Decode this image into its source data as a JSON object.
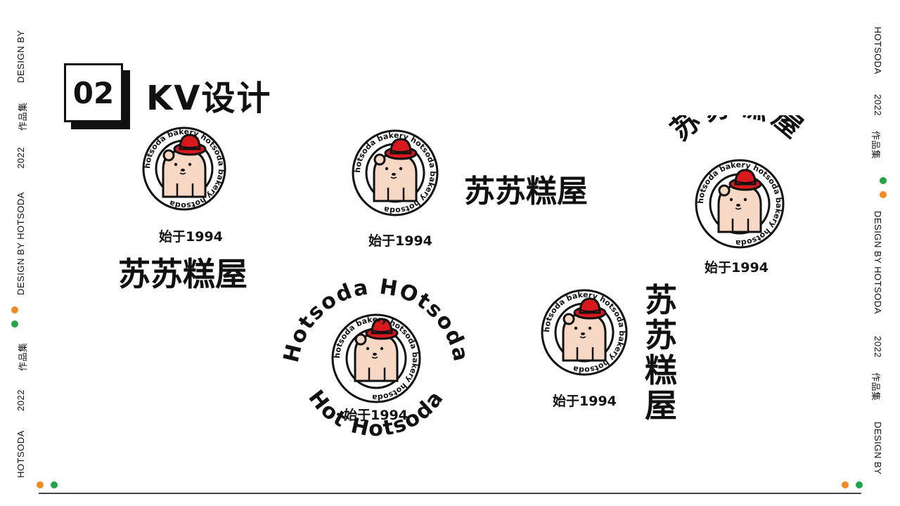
{
  "rail_left": {
    "items": [
      "HOTSODA",
      "2022",
      "作品集",
      "DESIGN BY HOTSODA",
      "2022",
      "作品集",
      "DESIGN BY"
    ]
  },
  "rail_right": {
    "items": [
      "HOTSODA",
      "2022",
      "作品集",
      "DESIGN BY HOTSODA",
      "2022",
      "作品集",
      "DESIGN BY"
    ]
  },
  "section": {
    "number": "02",
    "title": "KV设计"
  },
  "brand": {
    "name_cn": "苏苏糕屋",
    "ring_text": "hotsoda bakery hotsoda bakery hotsoda",
    "outer_ring_top": "Hotsoda HOtsoda",
    "outer_ring_bottom": "Hot Hotsoda",
    "since": "始于1994"
  },
  "colors": {
    "accent_orange": "#f08a24",
    "accent_green": "#22a447",
    "hat_red": "#d7191e",
    "bear_skin": "#f7d8c4"
  }
}
